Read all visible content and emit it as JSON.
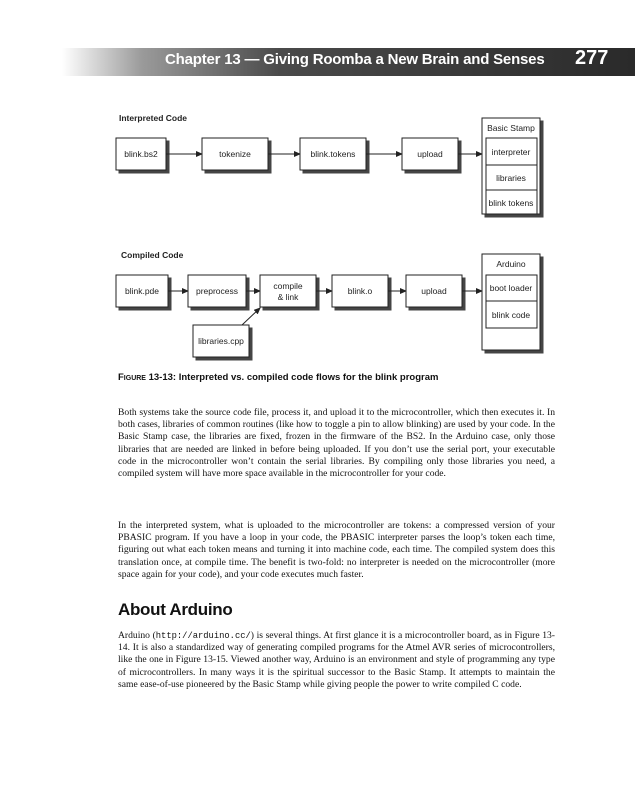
{
  "header": {
    "chapter_title": "Chapter 13 — Giving Roomba a New Brain and Senses",
    "page_number": "277"
  },
  "figure": {
    "interpreted": {
      "label": "Interpreted Code",
      "steps": [
        "blink.bs2",
        "tokenize",
        "blink.tokens",
        "upload"
      ],
      "target_title": "Basic Stamp",
      "target_items": [
        "interpreter",
        "libraries",
        "blink tokens"
      ]
    },
    "compiled": {
      "label": "Compiled Code",
      "steps": [
        "blink.pde",
        "preprocess",
        "compile",
        "& link",
        "blink.o",
        "upload"
      ],
      "library": "libraries.cpp",
      "target_title": "Arduino",
      "target_items": [
        "boot loader",
        "blink code"
      ]
    },
    "caption_prefix": "Figure 13-13:",
    "caption_text": " Interpreted vs. compiled code flows for the blink program"
  },
  "paragraphs": [
    "Both systems take the source code file, process it, and upload it to the microcontroller, which then executes it. In both cases, libraries of common routines (like how to toggle a pin to allow blinking) are used by your code. In the Basic Stamp case, the libraries are fixed, frozen in the firmware of the BS2. In the Arduino case, only those libraries that are needed are linked in before being uploaded. If you don’t use the serial port, your executable code in the microcontroller won’t contain the serial libraries. By compiling only those libraries you need, a compiled system will have more space available in the microcontroller for your code.",
    "In the interpreted system, what is uploaded to the microcontroller are tokens: a compressed version of your PBASIC program. If you have a loop in your code, the PBASIC interpreter parses the loop’s token each time, figuring out what each token means and turning it into machine code, each time. The compiled system does this translation once, at compile time. The benefit is two-fold: no interpreter is needed on the microcontroller (more space again for your code), and your code executes much faster."
  ],
  "section": {
    "heading": "About Arduino",
    "para_start": "Arduino (",
    "url": "http://arduino.cc/",
    "para_rest": ") is several things. At first glance it is a microcontroller board, as in Figure 13-14. It is also a standardized way of generating compiled programs for the Atmel AVR series of microcontrollers, like the one in Figure 13-15. Viewed another way, Arduino is an environment and style of programming any type of microcontrollers. In many ways it is the spiritual successor to the Basic Stamp. It attempts to maintain the same ease-of-use pioneered by the Basic Stamp while giving people the power to write compiled C code."
  }
}
